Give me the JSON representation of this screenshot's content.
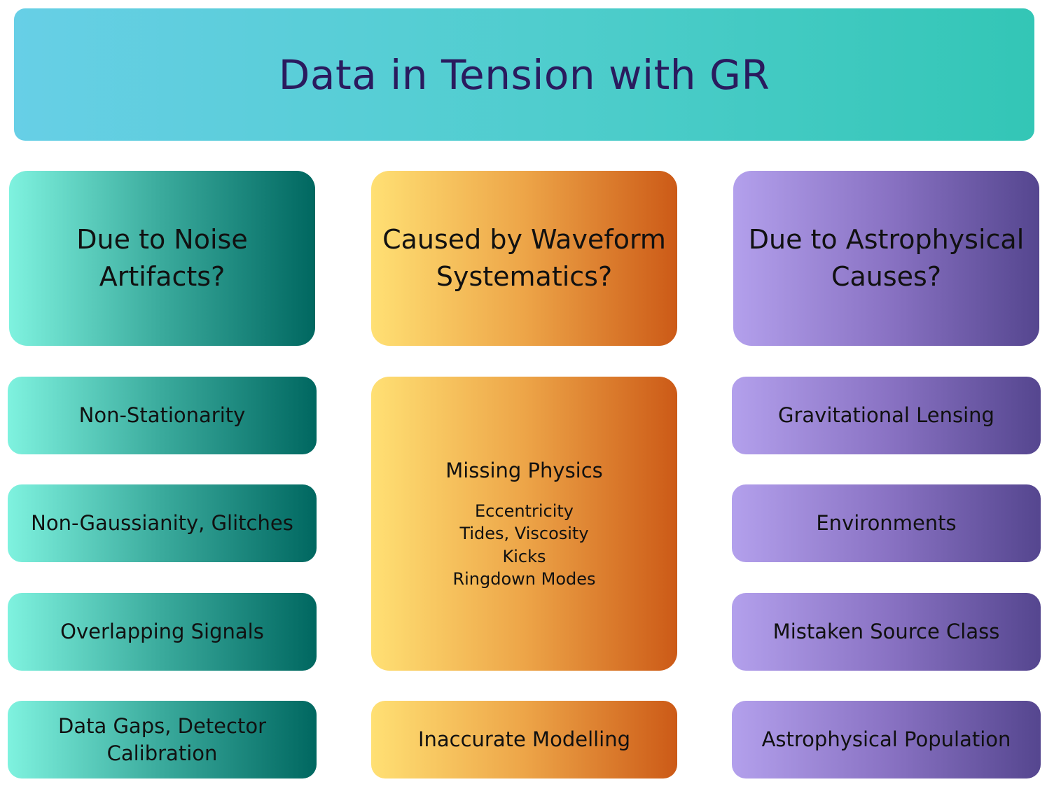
{
  "title": "Data in Tension with GR",
  "columns": [
    {
      "header": [
        "Due to Noise",
        "Artifacts?"
      ],
      "items": [
        [
          "Non-Stationarity"
        ],
        [
          "Non-Gaussianity, Glitches"
        ],
        [
          "Overlapping Signals"
        ],
        [
          "Data Gaps, Detector",
          "Calibration"
        ]
      ]
    },
    {
      "header": [
        "Caused by Waveform",
        "Systematics?"
      ],
      "big": {
        "title": "Missing Physics",
        "items": [
          "Eccentricity",
          "Tides, Viscosity",
          "Kicks",
          "Ringdown Modes"
        ]
      },
      "items": [
        [
          "Inaccurate Modelling"
        ]
      ]
    },
    {
      "header": [
        "Due to Astrophysical",
        "Causes?"
      ],
      "items": [
        [
          "Gravitational Lensing"
        ],
        [
          "Environments"
        ],
        [
          "Mistaken Source Class"
        ],
        [
          "Astrophysical Population"
        ]
      ]
    }
  ],
  "colors": {
    "title_text": "#2a1b5e",
    "teal_dark": "#006760",
    "orange_dark": "#cc5a17",
    "purple_dark": "#55468f"
  }
}
